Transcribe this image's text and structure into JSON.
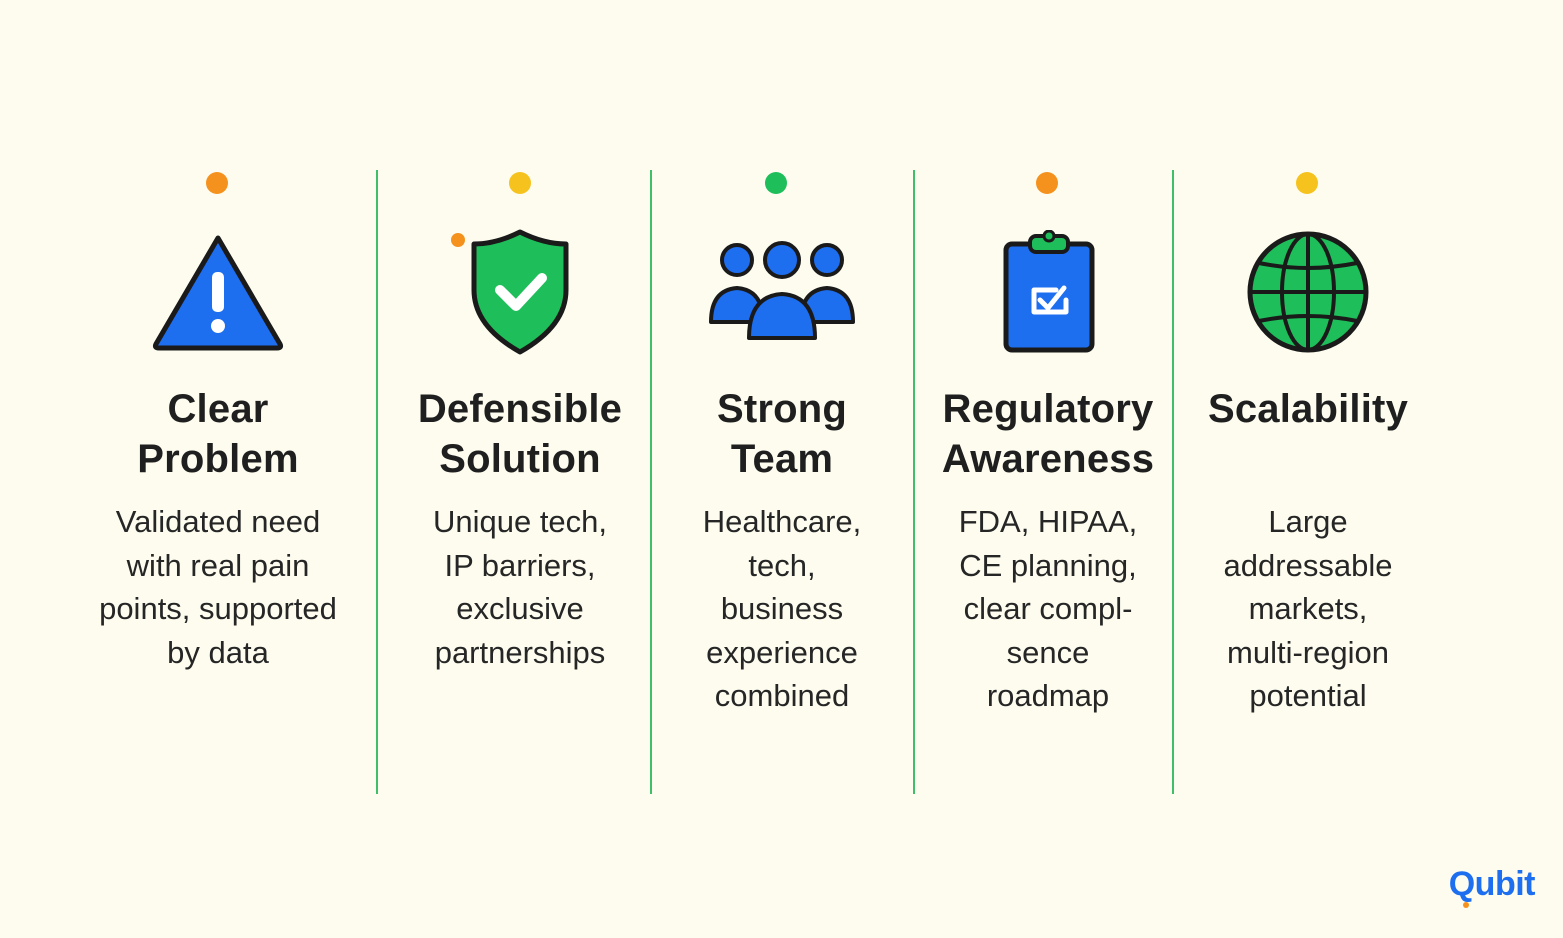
{
  "columns": [
    {
      "title": "Clear\nProblem",
      "description": "Validated need\nwith real pain\npoints, supported\nby data",
      "icon": "warning-triangle-icon",
      "dot_color": "#f5921e"
    },
    {
      "title": "Defensible\nSolution",
      "description": "Unique tech,\nIP barriers,\nexclusive\npartnerships",
      "icon": "shield-check-icon",
      "dot_color": "#f6c21d"
    },
    {
      "title": "Strong\nTeam",
      "description": "Healthcare,\ntech,\nbusiness\nexperience\ncombined",
      "icon": "team-icon",
      "dot_color": "#1ebe5a"
    },
    {
      "title": "Regulatory\nAwareness",
      "description": "FDA, HIPAA,\nCE planning,\nclear compl-\nsence\nroadmap",
      "icon": "clipboard-check-icon",
      "dot_color": "#f5921e"
    },
    {
      "title": "Scalability",
      "description": "Large\naddressable\nmarkets,\nmulti-region\npotential",
      "icon": "globe-icon",
      "dot_color": "#f6c21d"
    }
  ],
  "brand": {
    "logo_text": "Qubit"
  },
  "colors": {
    "accent_blue": "#1e6ef0",
    "accent_green": "#1ebe5a",
    "divider_green": "#3fbf6a",
    "background": "#fdfcef"
  }
}
